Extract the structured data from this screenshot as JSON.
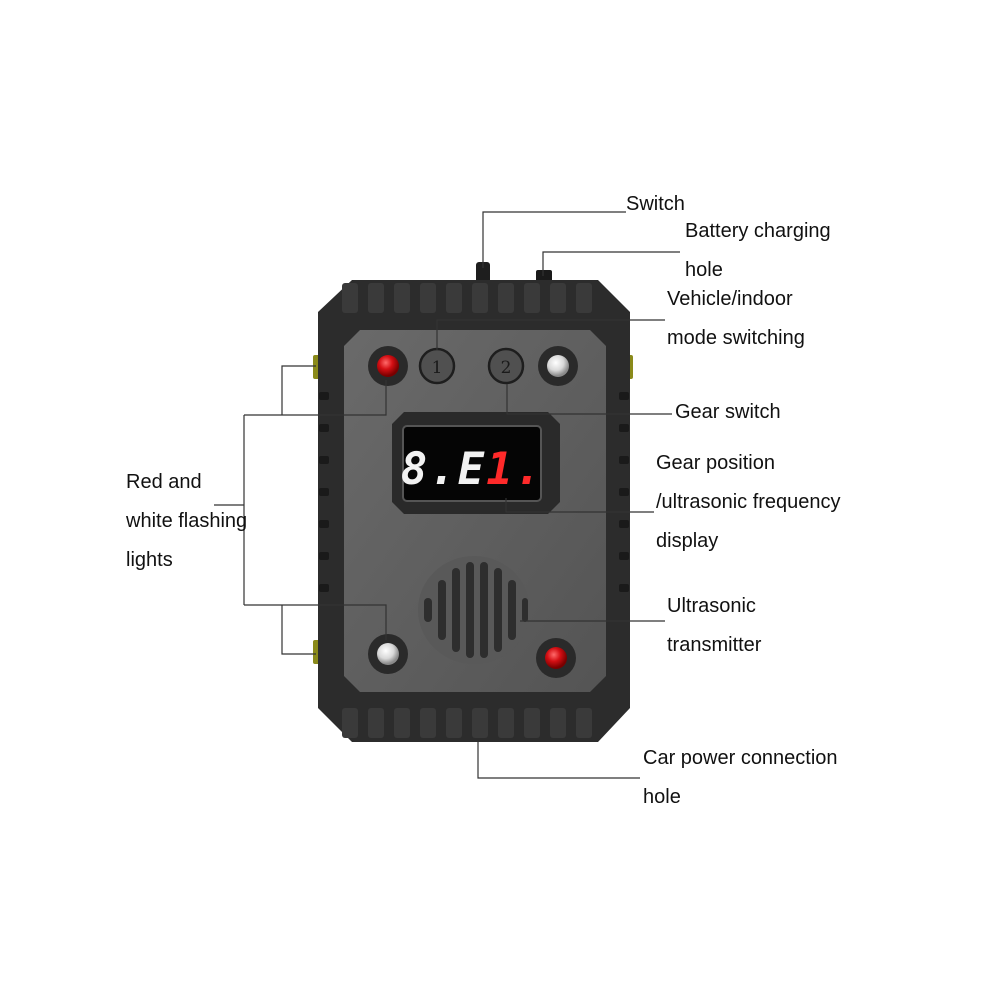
{
  "labels": {
    "switch": "Switch",
    "battery_charging": [
      "Battery charging",
      "hole"
    ],
    "mode_switching": [
      "Vehicle/indoor",
      "mode switching"
    ],
    "gear_switch": "Gear switch",
    "gear_display": [
      "Gear position",
      "/ultrasonic frequency",
      "display"
    ],
    "ultrasonic": [
      "Ultrasonic",
      "transmitter"
    ],
    "car_power": [
      "Car power connection",
      "hole"
    ],
    "lights": [
      "Red and",
      "white flashing",
      "lights"
    ]
  },
  "device": {
    "button_1": "1",
    "button_2": "2",
    "display_readout": "8.E1."
  },
  "colors": {
    "body": "#2c2c2c",
    "panel": "#5e5e5e",
    "display_red": "#ff2a2a",
    "led_red": "#d40f14",
    "led_white": "#e4e4e4",
    "leader_line": "#333333"
  }
}
